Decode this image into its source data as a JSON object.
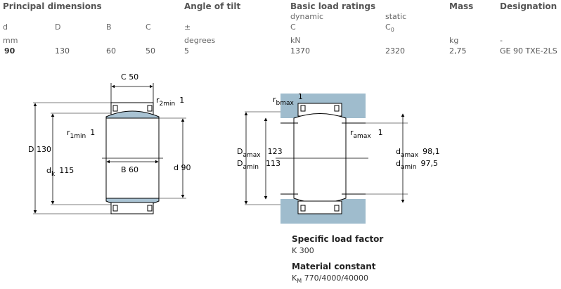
{
  "table": {
    "groups": {
      "principal_dimensions": "Principal dimensions",
      "angle_of_tilt": "Angle of tilt",
      "basic_load_ratings": "Basic load ratings",
      "mass": "Mass",
      "designation": "Designation"
    },
    "sublabels": {
      "dynamic": "dynamic",
      "static": "static",
      "C": "C",
      "C0": "C",
      "C0_sub": "0"
    },
    "symbols": {
      "d": "d",
      "D": "D",
      "B": "B",
      "C": "C",
      "angle": "±",
      "mass": ""
    },
    "units": {
      "dims": "mm",
      "angle": "degrees",
      "load": "kN",
      "mass": "kg",
      "designation": "-"
    },
    "row": {
      "d": "90",
      "D": "130",
      "B": "60",
      "C": "50",
      "angle": "5",
      "dynamic": "1370",
      "static": "2320",
      "mass": "2,75",
      "designation": "GE 90 TXE-2LS"
    }
  },
  "drawing_left": {
    "C": "C",
    "C_val": "50",
    "r2": "r",
    "r2_sub": "2min",
    "r2_val": "1",
    "r1": "r",
    "r1_sub": "1min",
    "r1_val": "1",
    "D": "D",
    "D_val": "130",
    "dk": "d",
    "dk_sub": "k",
    "dk_val": "115",
    "B": "B",
    "B_val": "60",
    "d": "d",
    "d_val": "90"
  },
  "drawing_right": {
    "rb": "r",
    "rb_sub": "bmax",
    "rb_val": "1",
    "ra": "r",
    "ra_sub": "amax",
    "ra_val": "1",
    "Da_max": "D",
    "Da_max_sub": "amax",
    "Da_max_val": "123",
    "Da_min": "D",
    "Da_min_sub": "amin",
    "Da_min_val": "113",
    "da_max": "d",
    "da_max_sub": "amax",
    "da_max_val": "98,1",
    "da_min": "d",
    "da_min_sub": "amin",
    "da_min_val": "97,5"
  },
  "factors": {
    "specific_title": "Specific load factor",
    "specific_value": "K  300",
    "material_title": "Material constant",
    "material_symbol": "K",
    "material_sub": "M",
    "material_value": "770/4000/40000"
  },
  "colors": {
    "fill_blue": "#a9c3d3",
    "housing_blue": "#9fbccd",
    "line": "#000000"
  }
}
